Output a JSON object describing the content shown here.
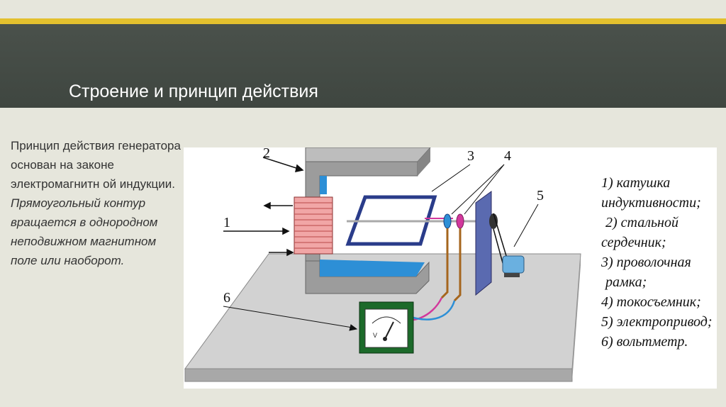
{
  "slide": {
    "title": "Строение и принцип действия"
  },
  "description": {
    "line1": "Принцип действия генератора основан на законе электромагнитн ой индукции.",
    "line2": "Прямоугольный контур вращается в однородном неподвижном магнитном поле или наоборот."
  },
  "diagram": {
    "labels": [
      "1",
      "2",
      "3",
      "4",
      "5",
      "6"
    ],
    "meter_symbol": "V",
    "legend": [
      "1) катушка",
      "индуктивности;",
      "2) стальной",
      "сердечник;",
      "3) проволочная",
      "рамка;",
      "4) токосъемник;",
      "5) электропривод;",
      "6) вольтметр."
    ]
  },
  "colors": {
    "header_bg": "#444b45",
    "accent_gold": "#e3c02e",
    "slide_bg": "#e6e6dc"
  }
}
